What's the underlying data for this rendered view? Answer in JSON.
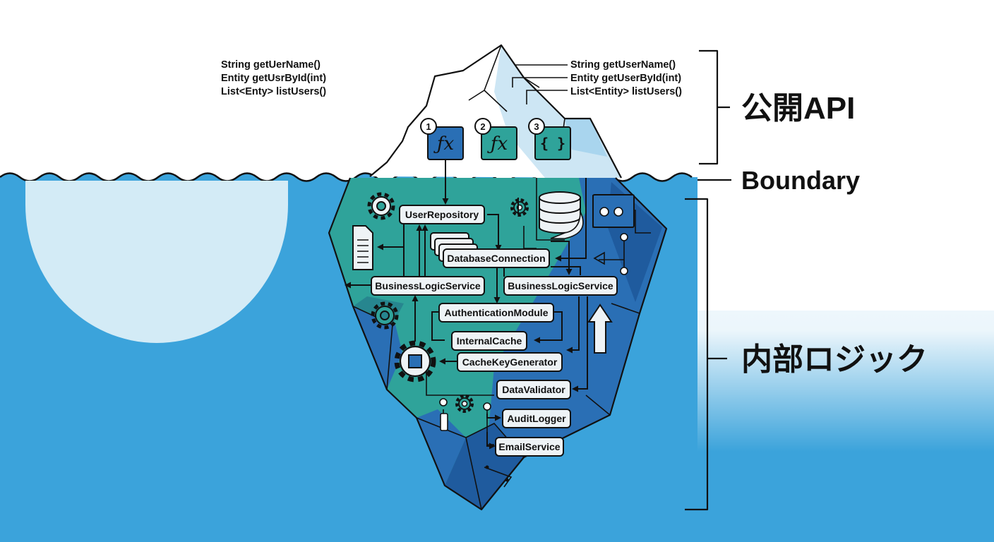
{
  "left_signatures": [
    "String getUerName()",
    "Entity getUsrById(int)",
    "List<Enty> listUsers()"
  ],
  "right_signatures": [
    "String getUserName()",
    "Entity getUserById(int)",
    "List<Entity> listUsers()"
  ],
  "api_icons": [
    {
      "number": "1",
      "symbol": "ƒx",
      "icon": "function-icon"
    },
    {
      "number": "2",
      "symbol": "ƒx",
      "icon": "function-icon"
    },
    {
      "number": "3",
      "symbol": "{ }",
      "icon": "braces-icon"
    }
  ],
  "components": {
    "user_repository": "UserRepository",
    "database_connection": "DatabaseConnection",
    "business_logic_left": "BusinessLogicService",
    "business_logic_right": "BusinessLogicService",
    "authentication_module": "AuthenticationModule",
    "internal_cache": "InternalCache",
    "cache_key_generator": "CacheKeyGenerator",
    "data_validator": "DataValidator",
    "audit_logger": "AuditLogger",
    "email_service": "EmailService"
  },
  "labels": {
    "public_api": "公開API",
    "boundary": "Boundary",
    "internal_logic": "内部ロジック"
  },
  "colors": {
    "water": "#3ba3db",
    "water_dark": "#2f8fc9",
    "ice_top": "#ffffff",
    "ice_shadow": "#cde6f4",
    "ice_teal": "#2fa39a",
    "ice_blue": "#2a6fb5",
    "ice_deep": "#1f5b9e",
    "ice_bubble": "#d3ebf6"
  }
}
